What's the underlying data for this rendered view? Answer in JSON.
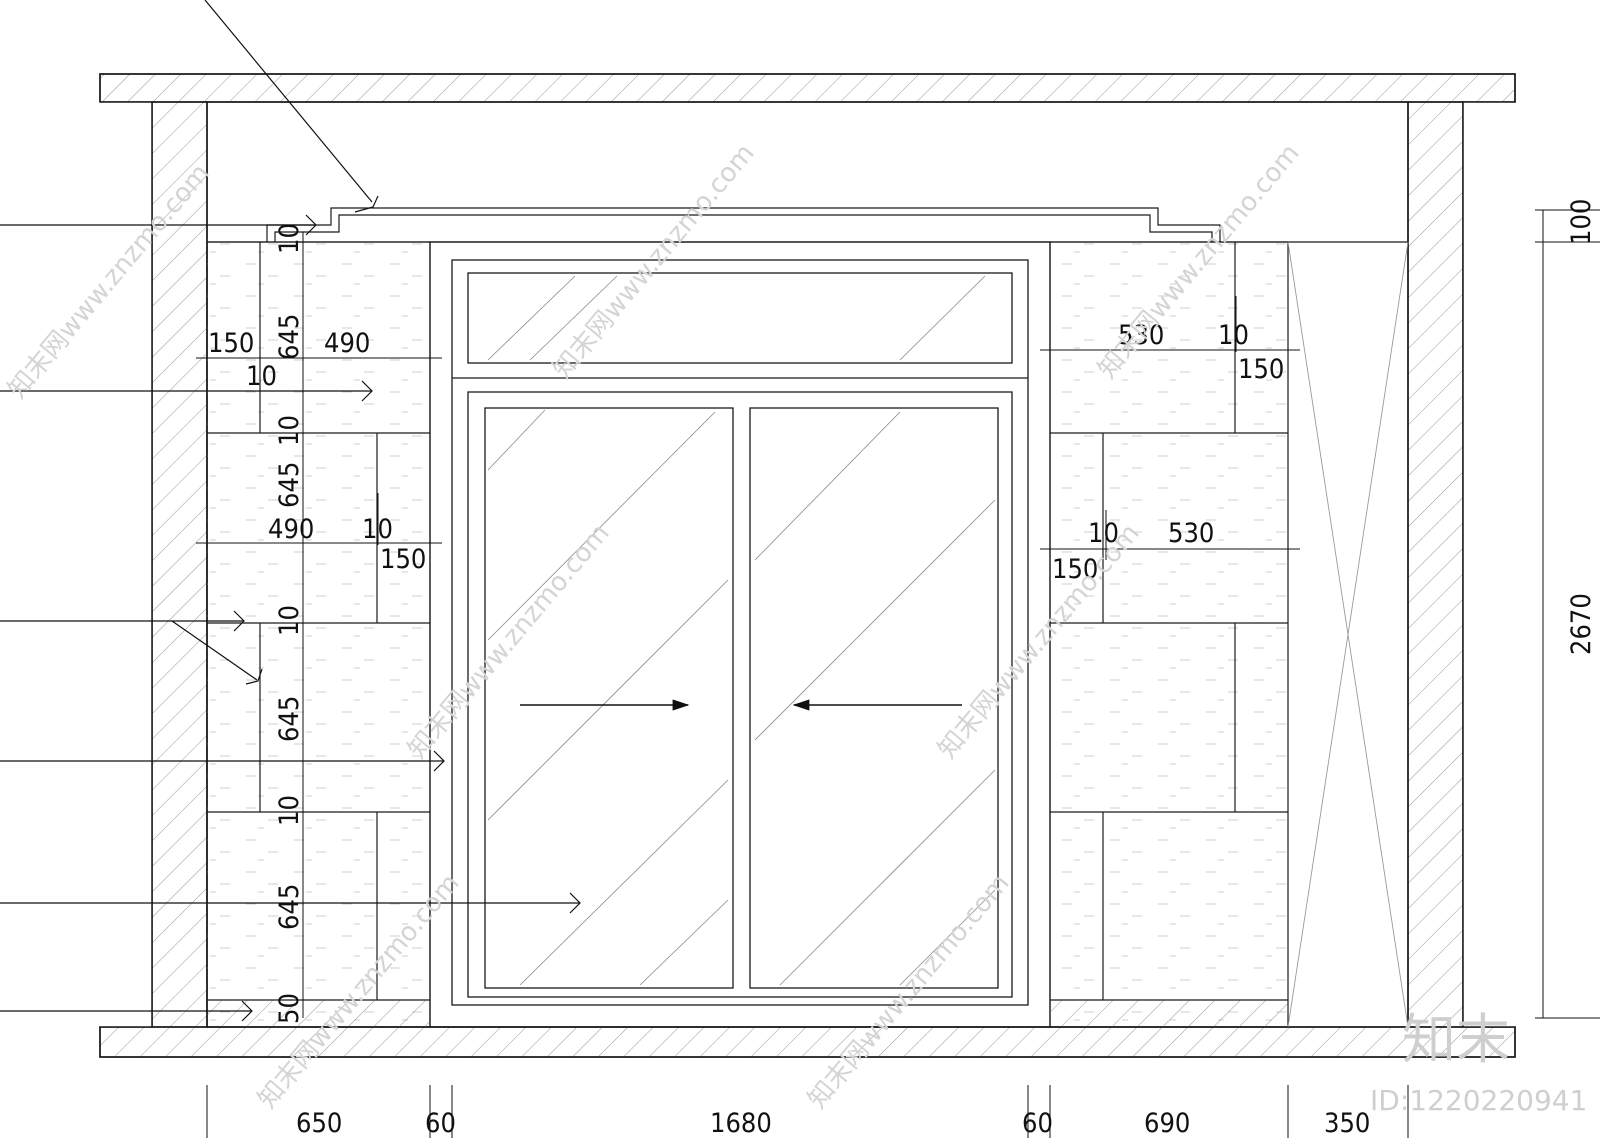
{
  "dimensions": {
    "horizontal_bottom": [
      "650",
      "60",
      "1680",
      "60",
      "690",
      "350"
    ],
    "left_cabinet": {
      "widths": [
        "150",
        "490",
        "490",
        "150"
      ],
      "shelf_heights": [
        "645",
        "645",
        "645",
        "645"
      ],
      "gaps": [
        "10",
        "10",
        "10",
        "10",
        "10",
        "10"
      ],
      "plinth": "50"
    },
    "right_cabinet": {
      "widths": [
        "530",
        "150",
        "530",
        "150"
      ],
      "gaps": [
        "10",
        "10"
      ]
    },
    "overall_height": "2670",
    "top_gap": "100"
  },
  "watermark": {
    "text": "知末网www.znzmo.com",
    "logo": "知末",
    "id": "ID:1220220941"
  },
  "colors": {
    "line": "#1a1a1a",
    "hatch": "#8a8a8a",
    "watermark": "#d4d4d4"
  }
}
